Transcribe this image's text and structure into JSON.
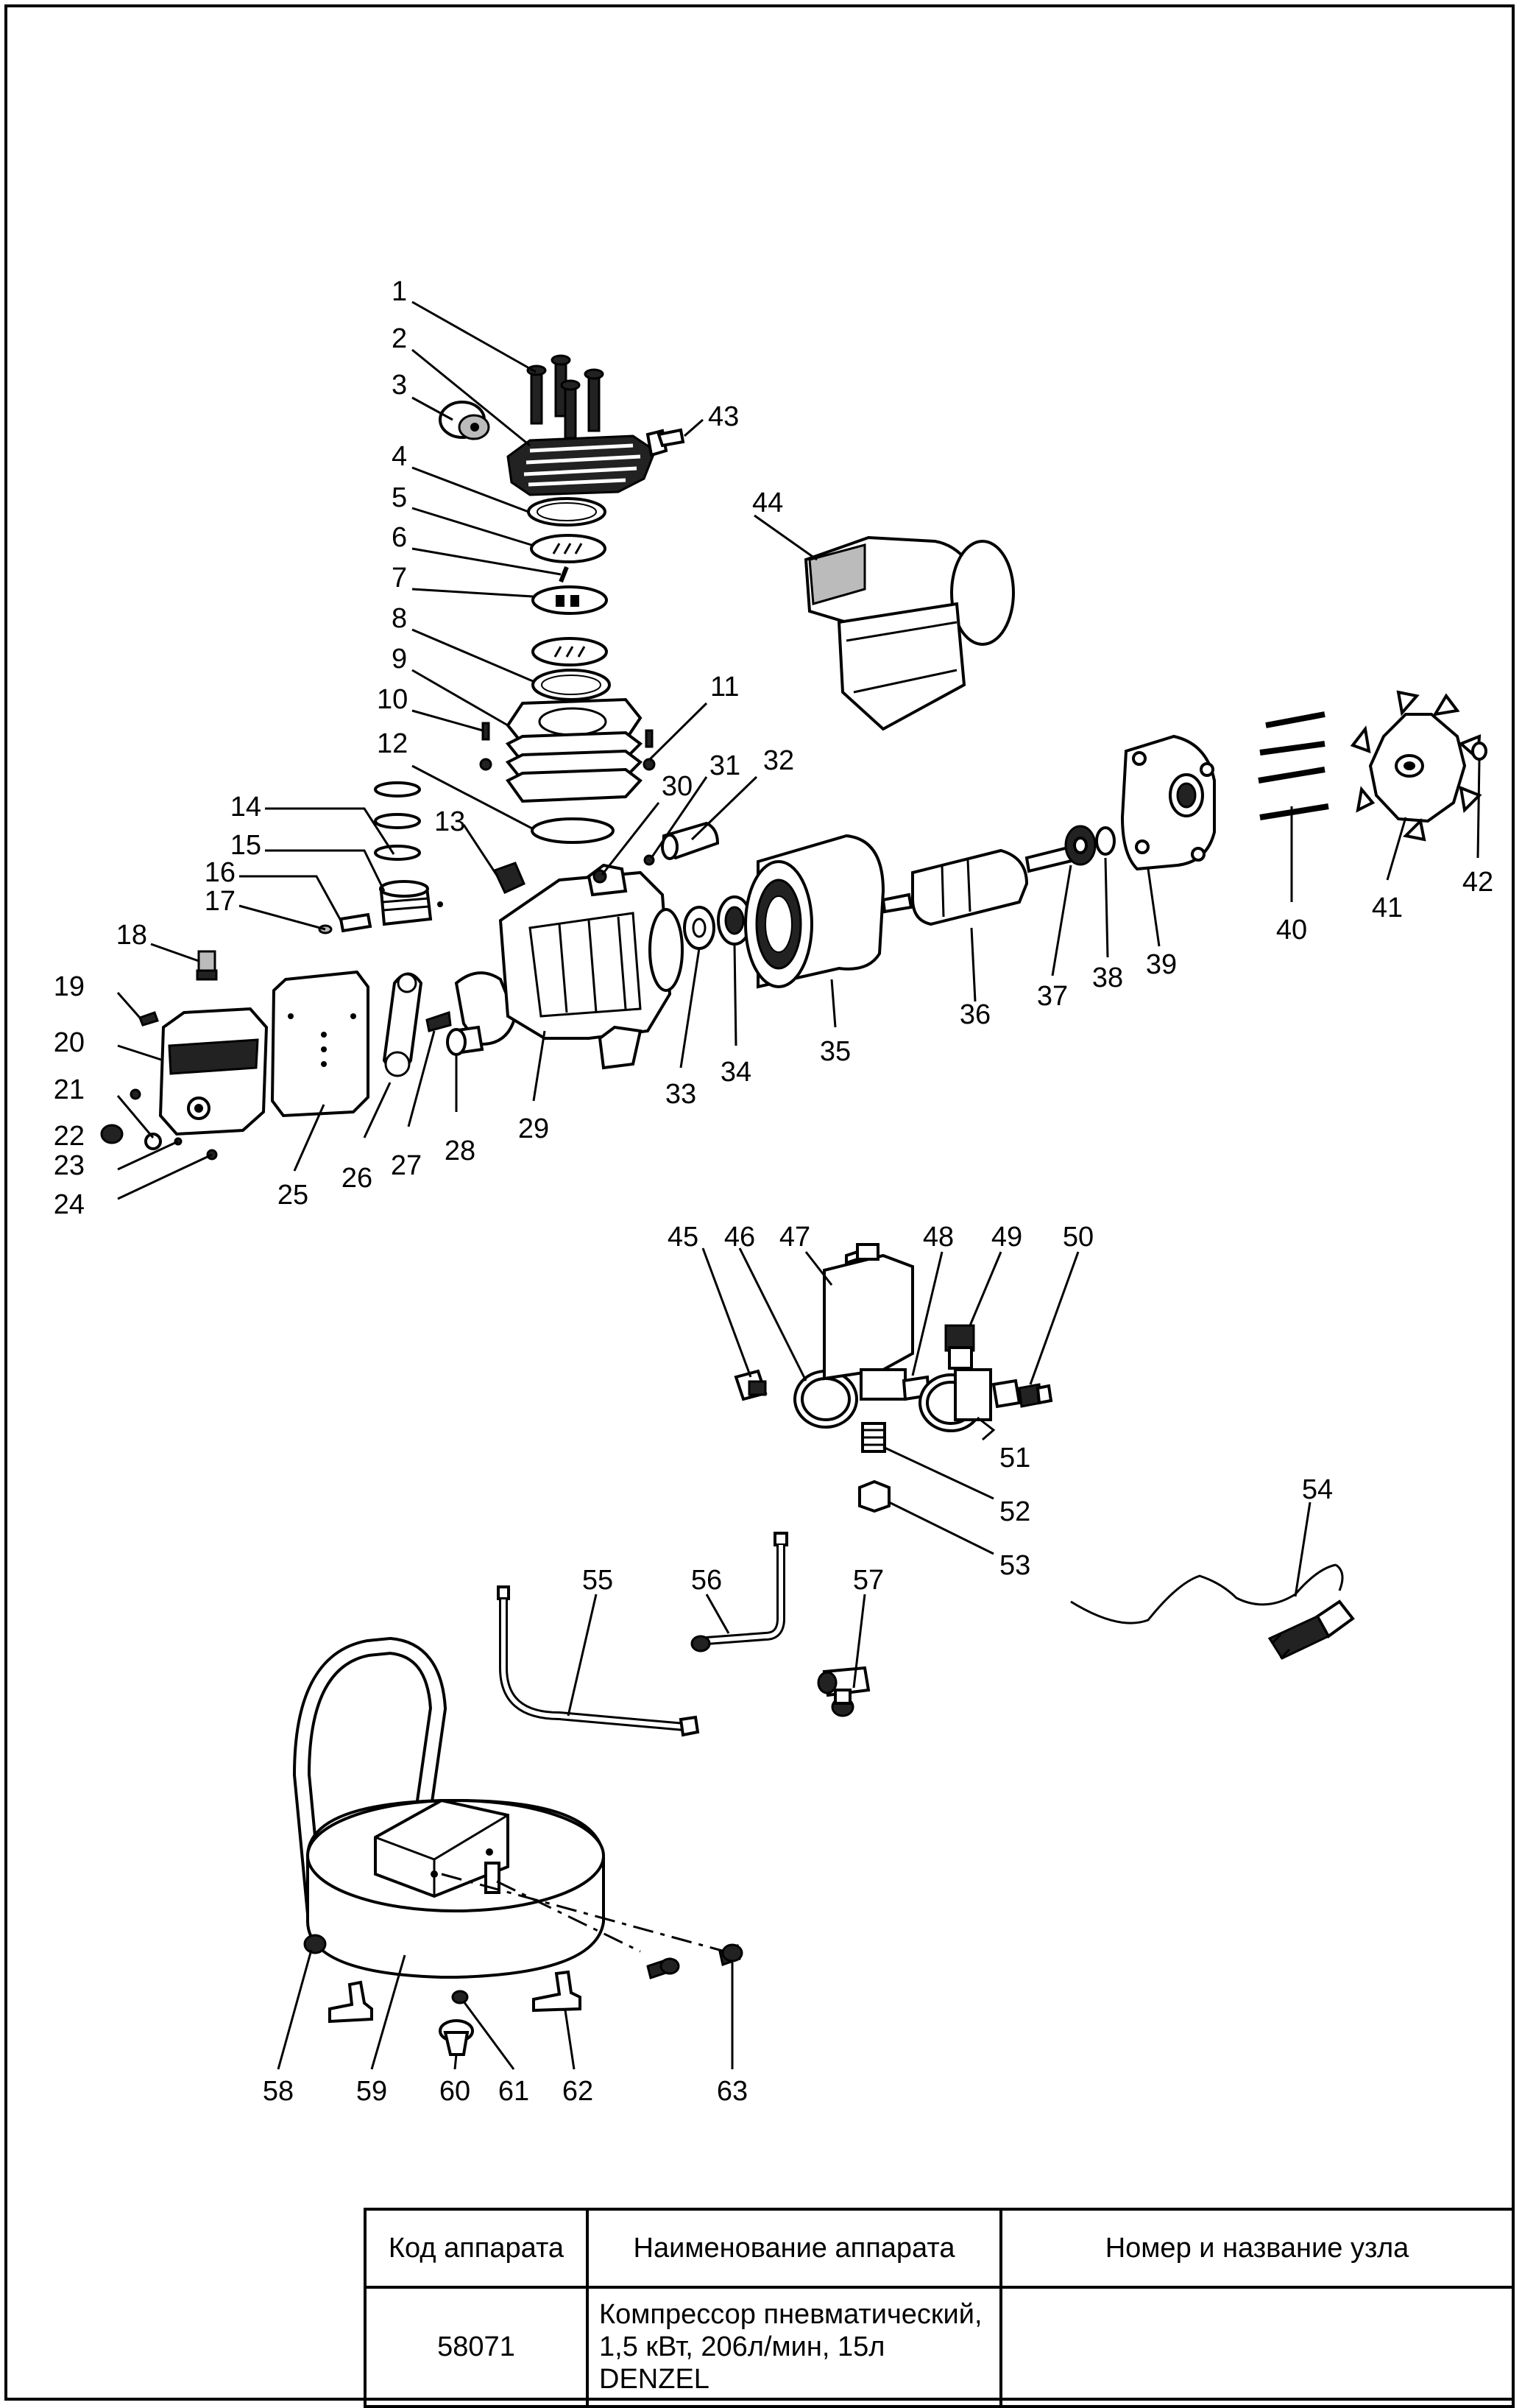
{
  "labels": [
    "1",
    "2",
    "3",
    "4",
    "5",
    "6",
    "7",
    "8",
    "9",
    "10",
    "11",
    "12",
    "13",
    "14",
    "15",
    "16",
    "17",
    "18",
    "19",
    "20",
    "21",
    "22",
    "23",
    "24",
    "25",
    "26",
    "27",
    "28",
    "29",
    "30",
    "31",
    "32",
    "33",
    "34",
    "35",
    "36",
    "37",
    "38",
    "39",
    "40",
    "41",
    "42",
    "43",
    "44",
    "45",
    "46",
    "47",
    "48",
    "49",
    "50",
    "51",
    "52",
    "53",
    "54",
    "55",
    "56",
    "57",
    "58",
    "59",
    "60",
    "61",
    "62",
    "63"
  ],
  "table": {
    "header_code": "Код аппарата",
    "header_name": "Наименование аппарата",
    "header_node": "Номер и название узла",
    "code": "58071",
    "name_lines": [
      "Компрессор пневматический,",
      "1,5 кВт, 206л/мин, 15л",
      "DENZEL"
    ],
    "node": ""
  }
}
